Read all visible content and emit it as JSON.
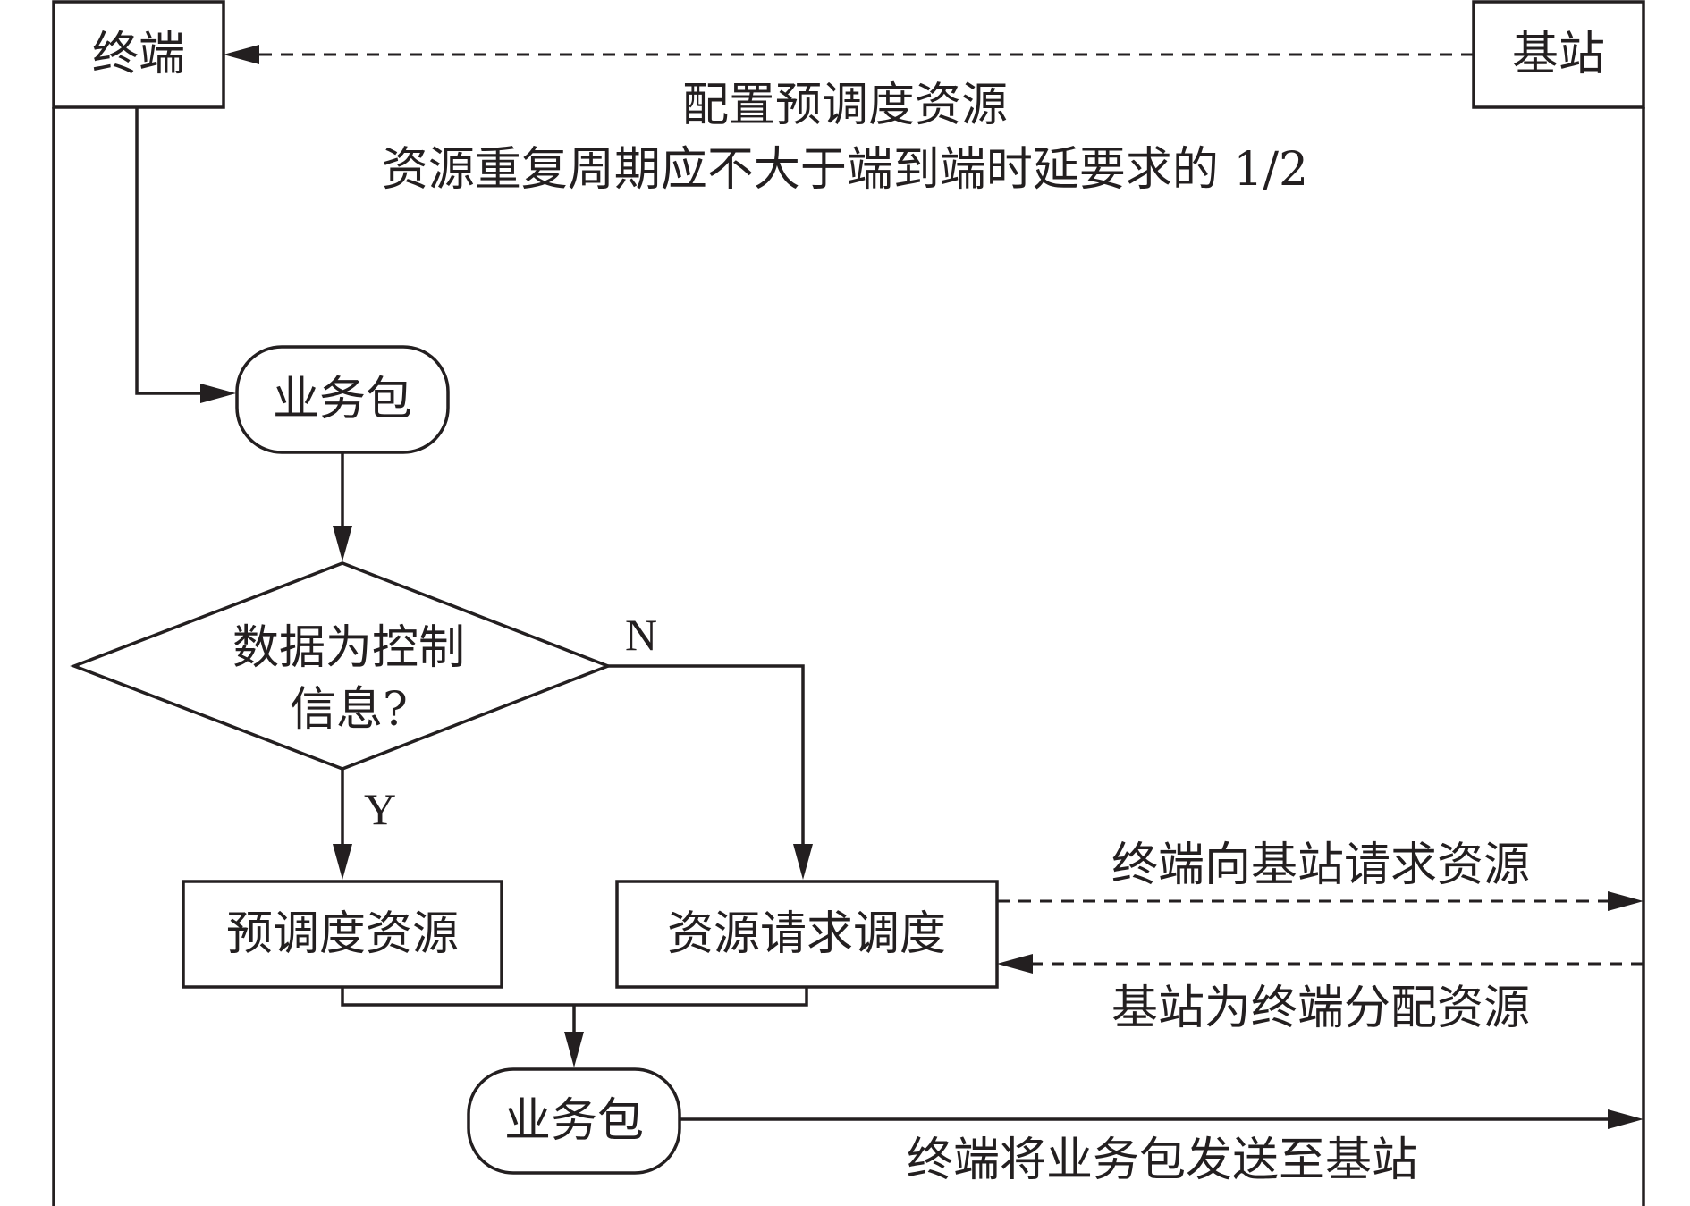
{
  "nodes": {
    "terminal": "终端",
    "base_station": "基站",
    "packet_start": "业务包",
    "decision_line1": "数据为控制",
    "decision_line2": "信息?",
    "pre_schedule": "预调度资源",
    "resource_request": "资源请求调度",
    "packet_end": "业务包"
  },
  "branches": {
    "no": "N",
    "yes": "Y"
  },
  "messages": {
    "config_line1": "配置预调度资源",
    "config_line2": "资源重复周期应不大于端到端时延要求的 1/2",
    "request": "终端向基站请求资源",
    "allocate": "基站为终端分配资源",
    "send": "终端将业务包发送至基站"
  }
}
